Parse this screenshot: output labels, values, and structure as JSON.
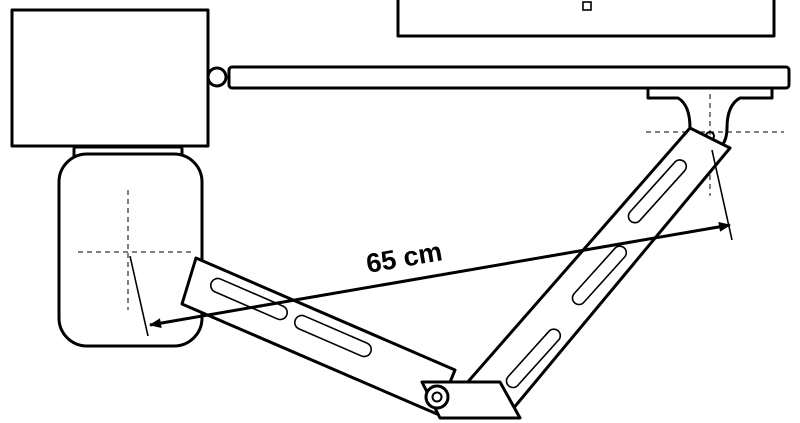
{
  "diagram": {
    "measurement": {
      "value": "65",
      "unit": "cm",
      "label": "65 cm"
    },
    "colors": {
      "stroke": "#000000",
      "background": "#ffffff"
    }
  }
}
